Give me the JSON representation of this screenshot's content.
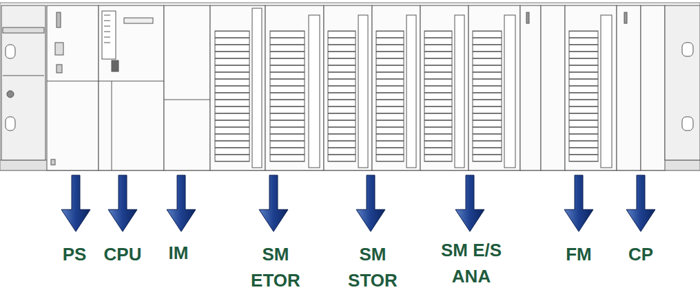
{
  "diagram": {
    "labels": [
      "PS",
      "CPU",
      "IM",
      "SM ETOR",
      "SM STOR",
      "SM E/S ANA",
      "FM",
      "CP"
    ]
  }
}
